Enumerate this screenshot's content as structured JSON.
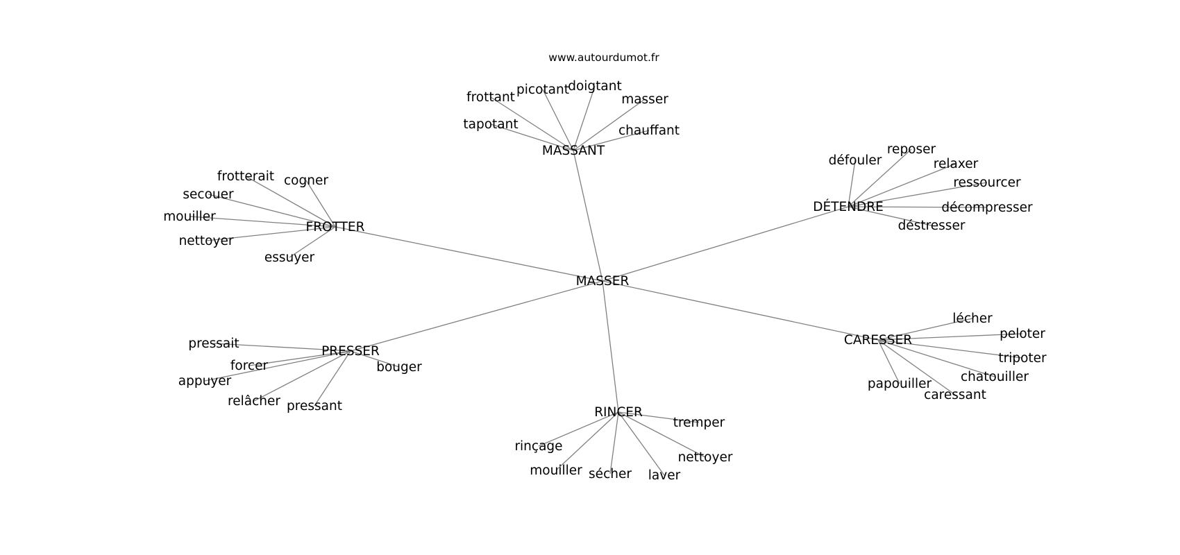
{
  "source_label": "www.autourdumot.fr",
  "center": "MASSER",
  "clusters": [
    {
      "hub": "MASSANT",
      "words": [
        "frottant",
        "picotant",
        "doigtant",
        "masser",
        "tapotant",
        "chauffant"
      ]
    },
    {
      "hub": "DÉTENDRE",
      "words": [
        "défouler",
        "reposer",
        "relaxer",
        "ressourcer",
        "décompresser",
        "déstresser"
      ]
    },
    {
      "hub": "FROTTER",
      "words": [
        "frotterait",
        "cogner",
        "secouer",
        "mouiller",
        "nettoyer",
        "essuyer"
      ]
    },
    {
      "hub": "CARESSER",
      "words": [
        "lécher",
        "peloter",
        "tripoter",
        "chatouiller",
        "papouiller",
        "caressant"
      ]
    },
    {
      "hub": "PRESSER",
      "words": [
        "pressait",
        "forcer",
        "appuyer",
        "bouger",
        "relâcher",
        "pressant"
      ]
    },
    {
      "hub": "RINCER",
      "words": [
        "tremper",
        "rinçage",
        "nettoyer",
        "mouiller",
        "sécher",
        "laver"
      ]
    }
  ]
}
